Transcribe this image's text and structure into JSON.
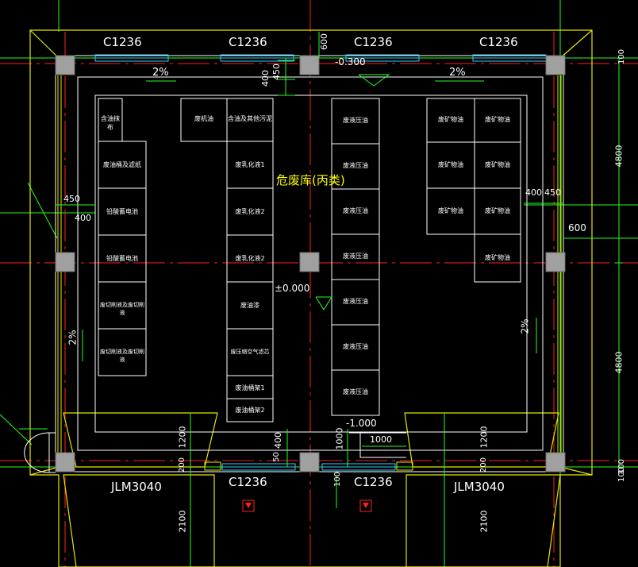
{
  "colors": {
    "background": "#000000",
    "wall": "#e6e600",
    "inner": "#ffffff",
    "axis": "#ff2020",
    "grid": "#20ff20",
    "dim": "#ffffff",
    "column": "#b0b0b0",
    "window": "#30d0ff",
    "title": "#ffff00",
    "marker": "#ff2020"
  },
  "windows": {
    "top": [
      "C1236",
      "C1236",
      "C1236",
      "C1236"
    ],
    "bottom": [
      "C1236",
      "C1236"
    ]
  },
  "doors": [
    "JLM3040",
    "JLM3040"
  ],
  "room_title": "危废库(丙类)",
  "elevations": {
    "floor": "±0.000",
    "outside": "-0.300",
    "pit": "-1.000"
  },
  "slopes": {
    "top_left": "2%",
    "top_right": "2%",
    "left": "2%",
    "right": "2%"
  },
  "dims": {
    "d600_top": "600",
    "d450_top": "450",
    "d400_top": "400",
    "d450_left": "450",
    "d400_left": "400",
    "d400_right": "400",
    "d450_right": "450",
    "d600_right": "600",
    "d4800_a": "4800",
    "d4800_b": "4800",
    "d100_a": "100",
    "d100_b": "100",
    "d100_c": "100",
    "d1200_l": "1200",
    "d200_l": "200",
    "d2100_l": "2100",
    "d1200_r": "1200",
    "d200_r": "200",
    "d2100_r": "2100",
    "d400_b": "400",
    "d50_b": "50",
    "d1000_v": "1000",
    "d1000_h": "1000"
  },
  "cells": {
    "c1": "含油抹布",
    "c2": "废机油",
    "c3": "含油及其他污泥",
    "c4": "废油桶及滤纸",
    "c5": "废乳化液1",
    "c6": "铅酸蓄电池",
    "c7": "废乳化液2",
    "c8": "铅酸蓄电池",
    "c9": "废乳化液2",
    "c10": "废切削液及废切削液",
    "c11": "废油漆",
    "c12": "废切削液及废切削液",
    "c13": "废压缩空气滤芯",
    "c14": "废油桶架1",
    "c15": "废油桶架2",
    "c16": "废液压油",
    "c17": "废液压油",
    "c18": "废液压油",
    "c19": "废液压油",
    "c20": "废液压油",
    "c21": "废液压油",
    "c22": "废液压油",
    "c23": "废矿物油",
    "c24": "废矿物油",
    "c25": "废矿物油",
    "c26": "废矿物油",
    "c27": "废矿物油",
    "c28": "废矿物油",
    "c29": "废矿物油"
  }
}
